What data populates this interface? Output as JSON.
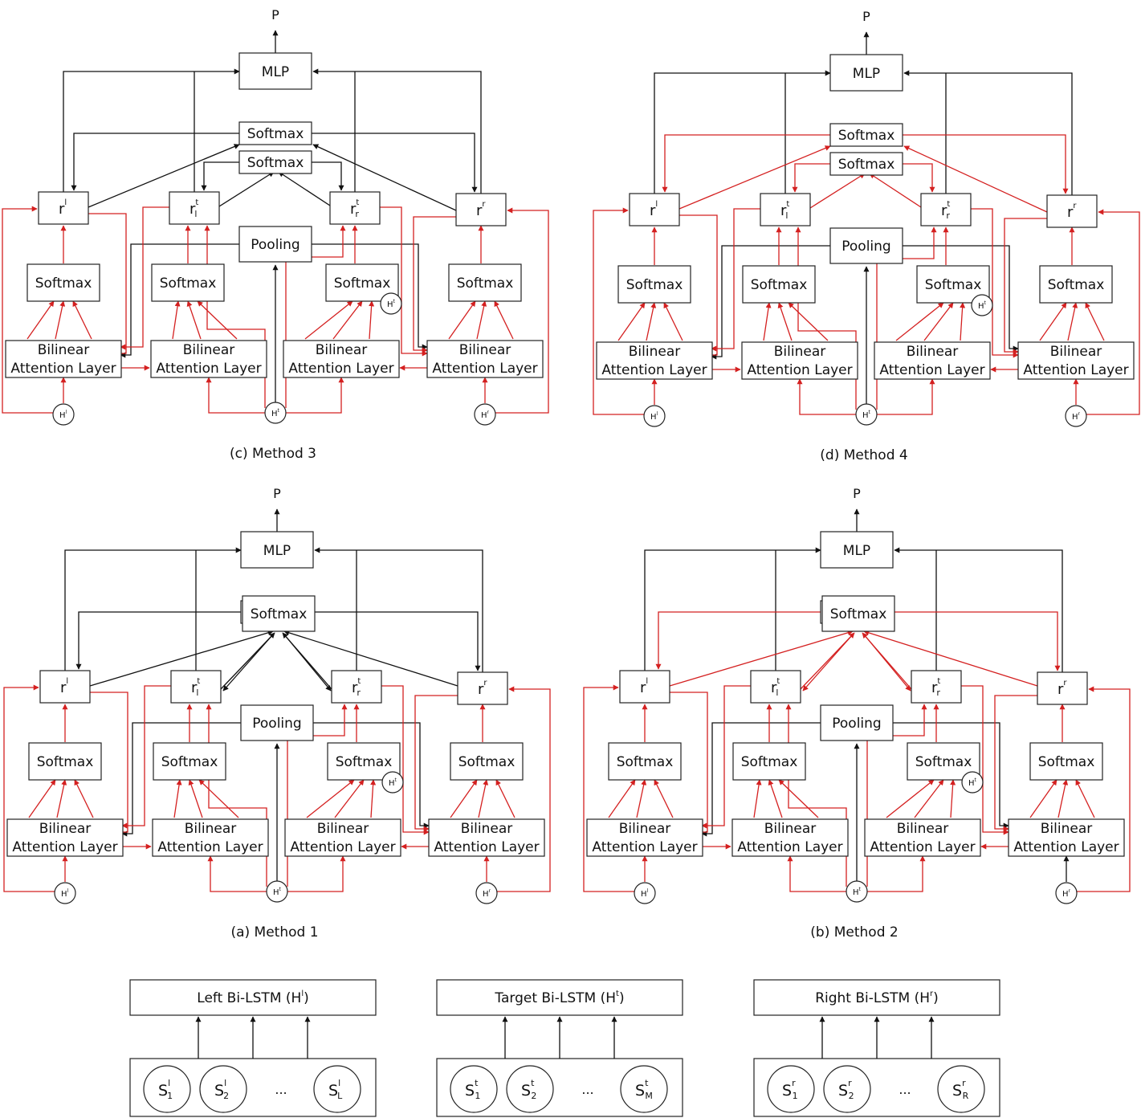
{
  "labels": {
    "p": "P",
    "mlp": "MLP",
    "softmax": "Softmax",
    "pooling": "Pooling",
    "bilinear_1": "Bilinear",
    "bilinear_2": "Attention Layer"
  },
  "panels": [
    {
      "id": "c",
      "caption": "(c)  Method 3"
    },
    {
      "id": "d",
      "caption": "(d) Method 4"
    },
    {
      "id": "a",
      "caption": "(a) Method 1"
    },
    {
      "id": "b",
      "caption": "(b) Method 2"
    }
  ],
  "encoders": [
    {
      "id": "left",
      "label_prefix": "Left Bi-LSTM (H",
      "sup": "l",
      "label_suffix": ")",
      "inputs": [
        {
          "base": "S",
          "sup": "l",
          "sub": "1"
        },
        {
          "base": "S",
          "sup": "l",
          "sub": "2"
        },
        {
          "base": "S",
          "sup": "l",
          "sub": "L"
        }
      ]
    },
    {
      "id": "target",
      "label_prefix": "Target Bi-LSTM (H",
      "sup": "t",
      "label_suffix": ")",
      "inputs": [
        {
          "base": "S",
          "sup": "t",
          "sub": "1"
        },
        {
          "base": "S",
          "sup": "t",
          "sub": "2"
        },
        {
          "base": "S",
          "sup": "t",
          "sub": "M"
        }
      ]
    },
    {
      "id": "right",
      "label_prefix": "Right Bi-LSTM (H",
      "sup": "r",
      "label_suffix": ")",
      "inputs": [
        {
          "base": "S",
          "sup": "r",
          "sub": "1"
        },
        {
          "base": "S",
          "sup": "r",
          "sub": "2"
        },
        {
          "base": "S",
          "sup": "r",
          "sub": "R"
        }
      ]
    }
  ],
  "ellipsis": "...",
  "colors": {
    "black": "#111111",
    "red": "#d42020"
  }
}
